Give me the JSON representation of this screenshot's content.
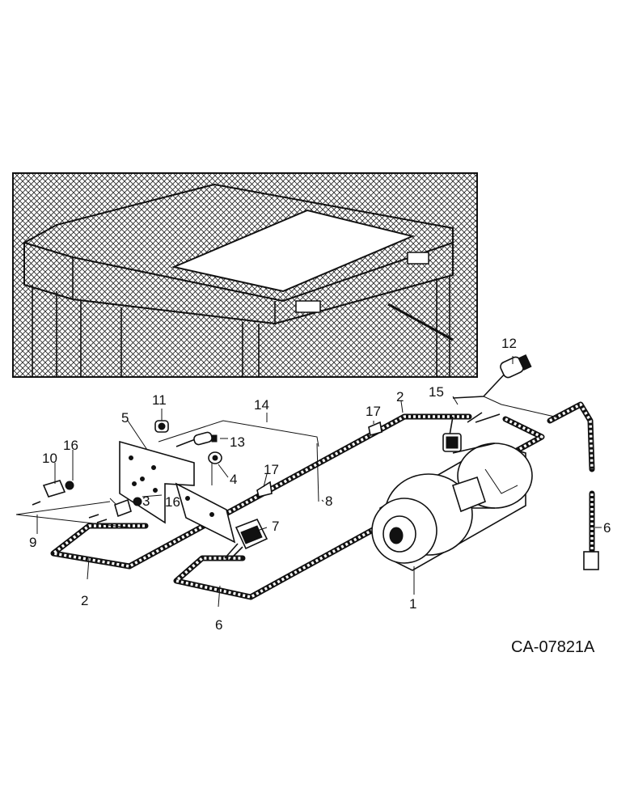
{
  "diagram": {
    "drawing_code": "CA-07821A",
    "callouts": [
      {
        "id": "c1",
        "text": "1"
      },
      {
        "id": "c2a",
        "text": "2"
      },
      {
        "id": "c2b",
        "text": "2"
      },
      {
        "id": "c3",
        "text": "3"
      },
      {
        "id": "c4",
        "text": "4"
      },
      {
        "id": "c5",
        "text": "5"
      },
      {
        "id": "c6a",
        "text": "6"
      },
      {
        "id": "c6b",
        "text": "6"
      },
      {
        "id": "c7",
        "text": "7"
      },
      {
        "id": "c8",
        "text": "8"
      },
      {
        "id": "c9",
        "text": "9"
      },
      {
        "id": "c10",
        "text": "10"
      },
      {
        "id": "c11",
        "text": "11"
      },
      {
        "id": "c12",
        "text": "12"
      },
      {
        "id": "c13",
        "text": "13"
      },
      {
        "id": "c14",
        "text": "14"
      },
      {
        "id": "c15",
        "text": "15"
      },
      {
        "id": "c16a",
        "text": "16"
      },
      {
        "id": "c16b",
        "text": "16"
      },
      {
        "id": "c17a",
        "text": "17"
      },
      {
        "id": "c17b",
        "text": "17"
      }
    ]
  }
}
